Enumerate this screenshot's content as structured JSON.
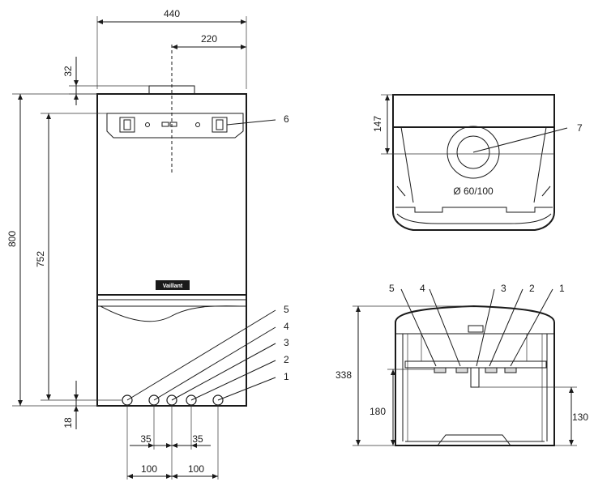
{
  "front_view": {
    "dimensions": {
      "width_total": "440",
      "center_offset": "220",
      "top_offset": "32",
      "height_total": "800",
      "height_inner": "752",
      "bottom_offset": "18",
      "pipe_spacing_a": "35",
      "pipe_spacing_b": "35",
      "pipe_spacing_c": "100",
      "pipe_spacing_d": "100"
    },
    "callouts": {
      "c6": "6",
      "c5": "5",
      "c4": "4",
      "c3": "3",
      "c2": "2",
      "c1": "1"
    },
    "brand_logo": "Vaillant"
  },
  "top_view": {
    "dimensions": {
      "depth_offset": "147",
      "flue_diameter": "Ø 60/100"
    },
    "callouts": {
      "c7": "7"
    }
  },
  "side_view": {
    "dimensions": {
      "depth_total": "338",
      "depth_left": "180",
      "depth_right": "130"
    },
    "callouts": {
      "c5": "5",
      "c4": "4",
      "c3": "3",
      "c2": "2",
      "c1": "1"
    }
  }
}
